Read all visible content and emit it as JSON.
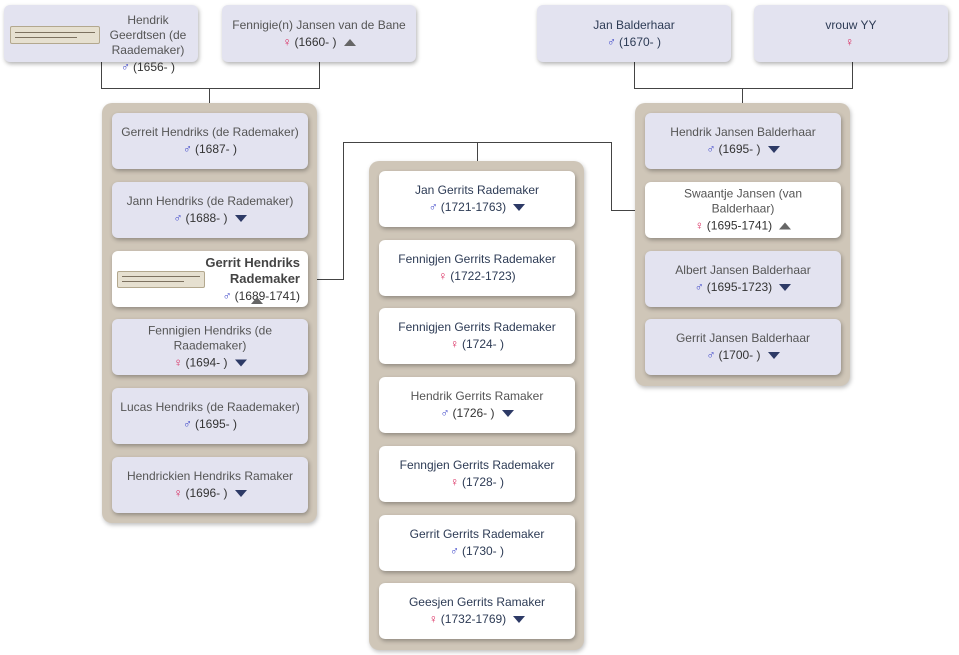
{
  "colors": {
    "male": "#3b44c8",
    "female": "#d9265b",
    "panel": "#cfc6b8",
    "card": "#e3e3f0"
  },
  "symbols": {
    "male": "♂",
    "female": "♀"
  },
  "parents": {
    "father": {
      "name": "Hendrik Geerdtsen (de Raademaker)",
      "years": "(1656- )"
    },
    "mother": {
      "name": "Fennigie(n) Jansen van de Bane",
      "years": "(1660- )"
    }
  },
  "spouse_parents": {
    "father": {
      "name": "Jan Balderhaar",
      "years": "(1670- )"
    },
    "mother": {
      "name": "vrouw YY"
    }
  },
  "siblings": [
    {
      "name": "Gerreit Hendriks (de Rademaker)",
      "years": "(1687- )"
    },
    {
      "name": "Jann Hendriks (de Rademaker)",
      "years": "(1688- )"
    },
    {
      "name": "Gerrit Hendriks Rademaker",
      "years": "(1689-1741)"
    },
    {
      "name": "Fennigien Hendriks (de Raademaker)",
      "years": "(1694- )"
    },
    {
      "name": "Lucas Hendriks (de Raademaker)",
      "years": "(1695- )"
    },
    {
      "name": "Hendrickien Hendriks Ramaker",
      "years": "(1696- )"
    }
  ],
  "children": [
    {
      "name": "Jan Gerrits Rademaker",
      "years": "(1721-1763)"
    },
    {
      "name": "Fennigjen Gerrits Rademaker",
      "years": "(1722-1723)"
    },
    {
      "name": "Fennigjen Gerrits Rademaker",
      "years": "(1724- )"
    },
    {
      "name": "Hendrik Gerrits Ramaker",
      "years": "(1726- )"
    },
    {
      "name": "Fenngjen Gerrits Rademaker",
      "years": "(1728- )"
    },
    {
      "name": "Gerrit Gerrits Rademaker",
      "years": "(1730- )"
    },
    {
      "name": "Geesjen Gerrits Ramaker",
      "years": "(1732-1769)"
    }
  ],
  "spouse_siblings": [
    {
      "name": "Hendrik Jansen Balderhaar",
      "years": "(1695- )"
    },
    {
      "name": "Swaantje Jansen (van Balderhaar)",
      "years": "(1695-1741)"
    },
    {
      "name": "Albert Jansen Balderhaar",
      "years": "(1695-1723)"
    },
    {
      "name": "Gerrit Jansen Balderhaar",
      "years": "(1700- )"
    }
  ]
}
